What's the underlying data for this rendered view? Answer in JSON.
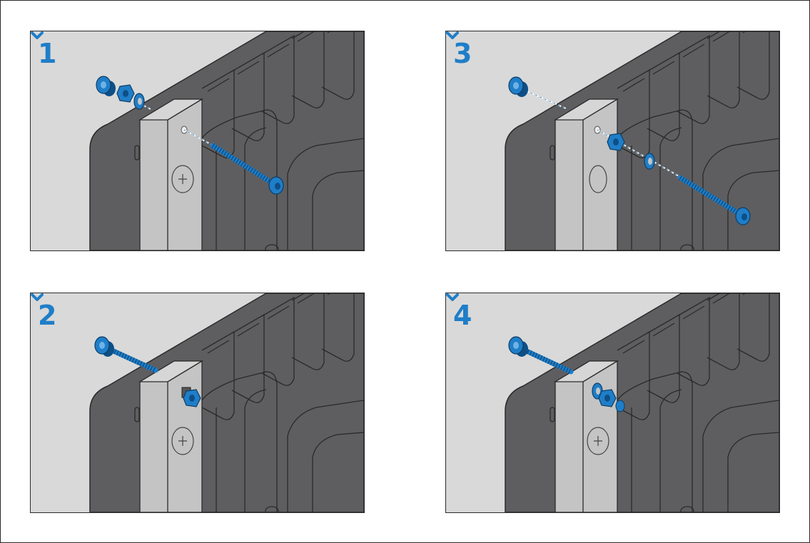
{
  "colors": {
    "background": "#d9d9d9",
    "housing": "#5e5e60",
    "housing_edge": "#2a2a2a",
    "bracket": "#c4c4c4",
    "accent": "#1f7ec8"
  },
  "steps": [
    {
      "number": "1",
      "icon": "chevron-down-icon"
    },
    {
      "number": "2",
      "icon": "chevron-down-icon"
    },
    {
      "number": "3",
      "icon": "chevron-down-icon"
    },
    {
      "number": "4",
      "icon": "chevron-down-icon"
    }
  ]
}
